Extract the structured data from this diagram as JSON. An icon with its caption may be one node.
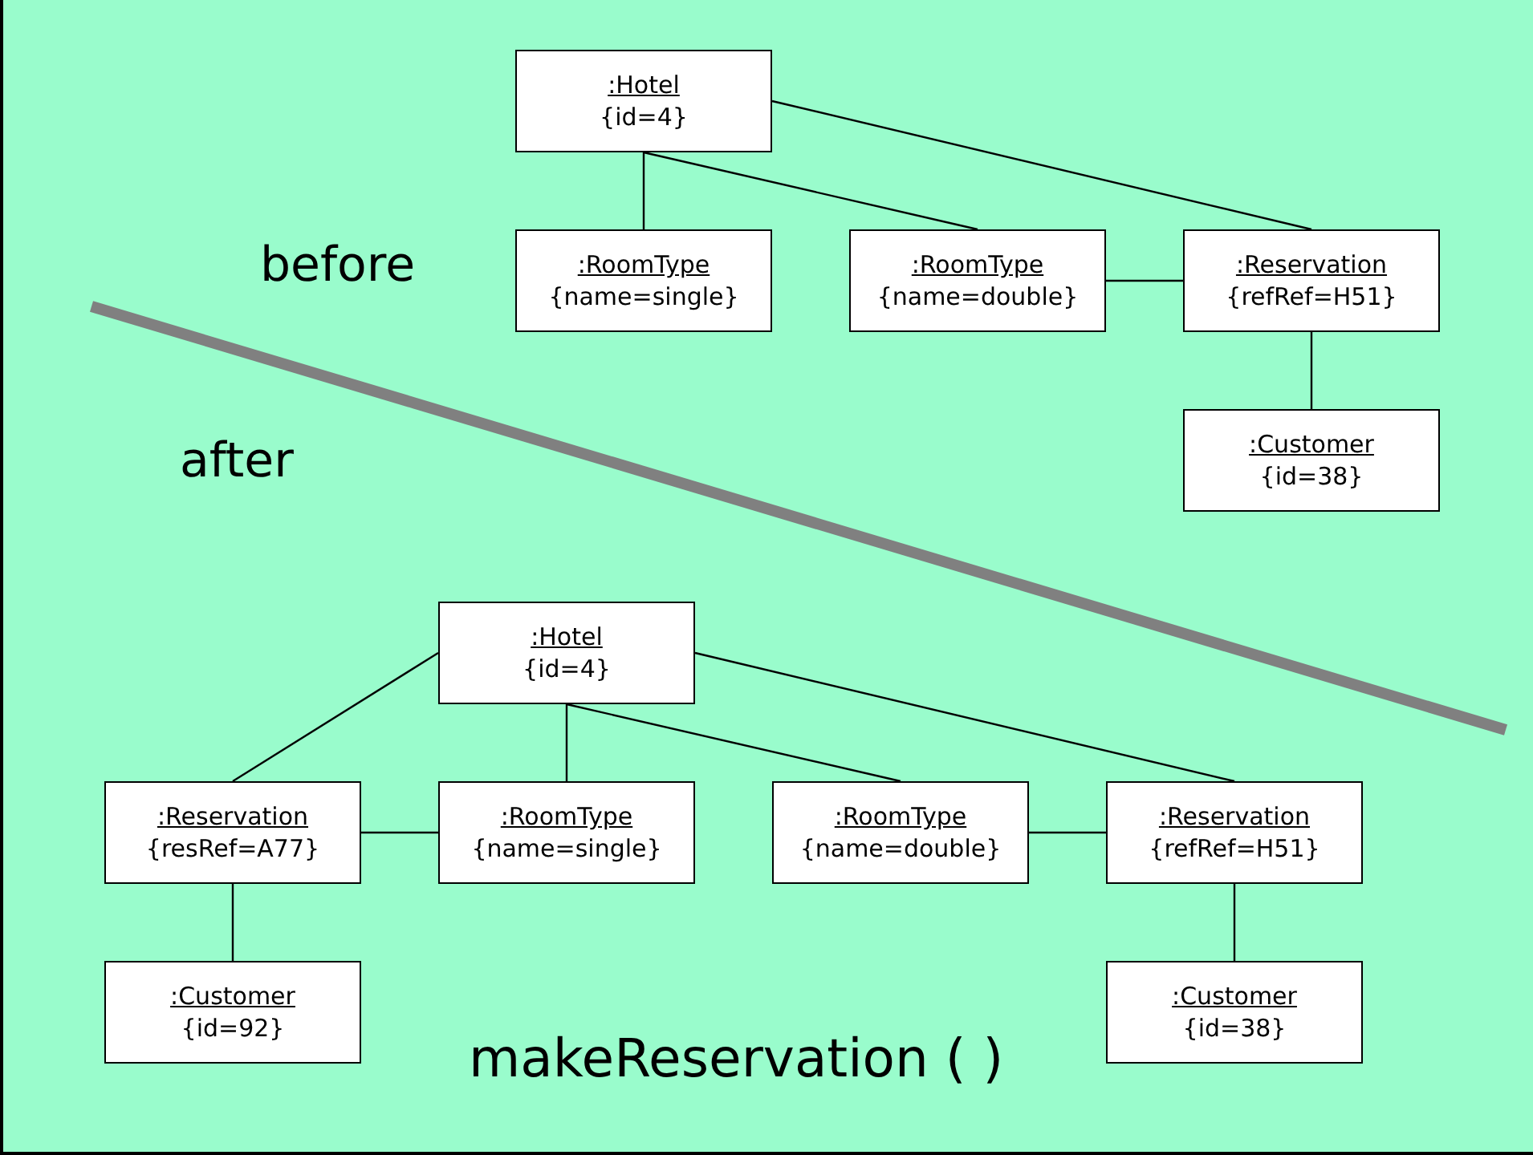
{
  "diagram": {
    "nodes": [
      {
        "text": [
          ":Hotel",
          "{id=4}"
        ]
      },
      {
        "text": [
          ":RoomType",
          "{name=single}"
        ]
      },
      {
        "text": [
          ":RoomType",
          "{name=double}"
        ]
      },
      {
        "text": [
          ":Reservation",
          "{refRef=H51}"
        ]
      },
      {
        "text": [
          ":Customer",
          "{id=38}"
        ]
      },
      {
        "text": [
          ":Hotel",
          "{id=4}"
        ]
      },
      {
        "text": [
          ":Reservation",
          "{resRef=A77}"
        ]
      },
      {
        "text": [
          ":RoomType",
          "{name=single}"
        ]
      },
      {
        "text": [
          ":RoomType",
          "{name=double}"
        ]
      },
      {
        "text": [
          ":Reservation",
          "{refRef=H51}"
        ]
      },
      {
        "text": [
          ":Customer",
          "{id=92}"
        ]
      },
      {
        "text": [
          ":Customer",
          "{id=38}"
        ]
      }
    ],
    "edges": [
      {
        "from": 0,
        "to": 1,
        "arrow": "none"
      },
      {
        "from": 0,
        "to": 2,
        "arrow": "none"
      },
      {
        "from": 0,
        "to": 3,
        "arrow": "none"
      },
      {
        "from": 2,
        "to": 3,
        "arrow": "none"
      },
      {
        "from": 3,
        "to": 4,
        "arrow": "none"
      },
      {
        "from": 5,
        "to": 6,
        "arrow": "none"
      },
      {
        "from": 5,
        "to": 7,
        "arrow": "none"
      },
      {
        "from": 5,
        "to": 8,
        "arrow": "none"
      },
      {
        "from": 5,
        "to": 9,
        "arrow": "none"
      },
      {
        "from": 6,
        "to": 7,
        "arrow": "none"
      },
      {
        "from": 8,
        "to": 9,
        "arrow": "none"
      },
      {
        "from": 6,
        "to": 10,
        "arrow": "none"
      },
      {
        "from": 9,
        "to": 11,
        "arrow": "none"
      }
    ],
    "labels": [
      "before",
      "after",
      "makeReservation ( )"
    ]
  }
}
